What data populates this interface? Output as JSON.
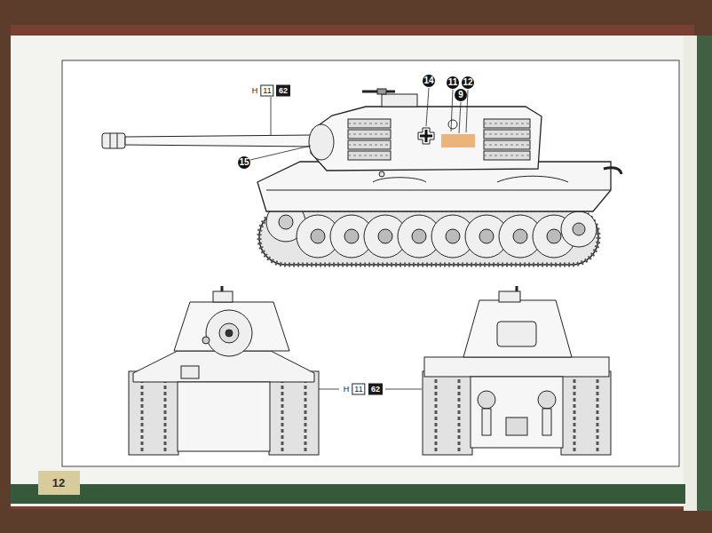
{
  "diagram": {
    "labels": [
      "14",
      "11",
      "9",
      "12",
      "15",
      "H",
      "11",
      "62",
      "H",
      "11",
      "62",
      "12"
    ]
  }
}
